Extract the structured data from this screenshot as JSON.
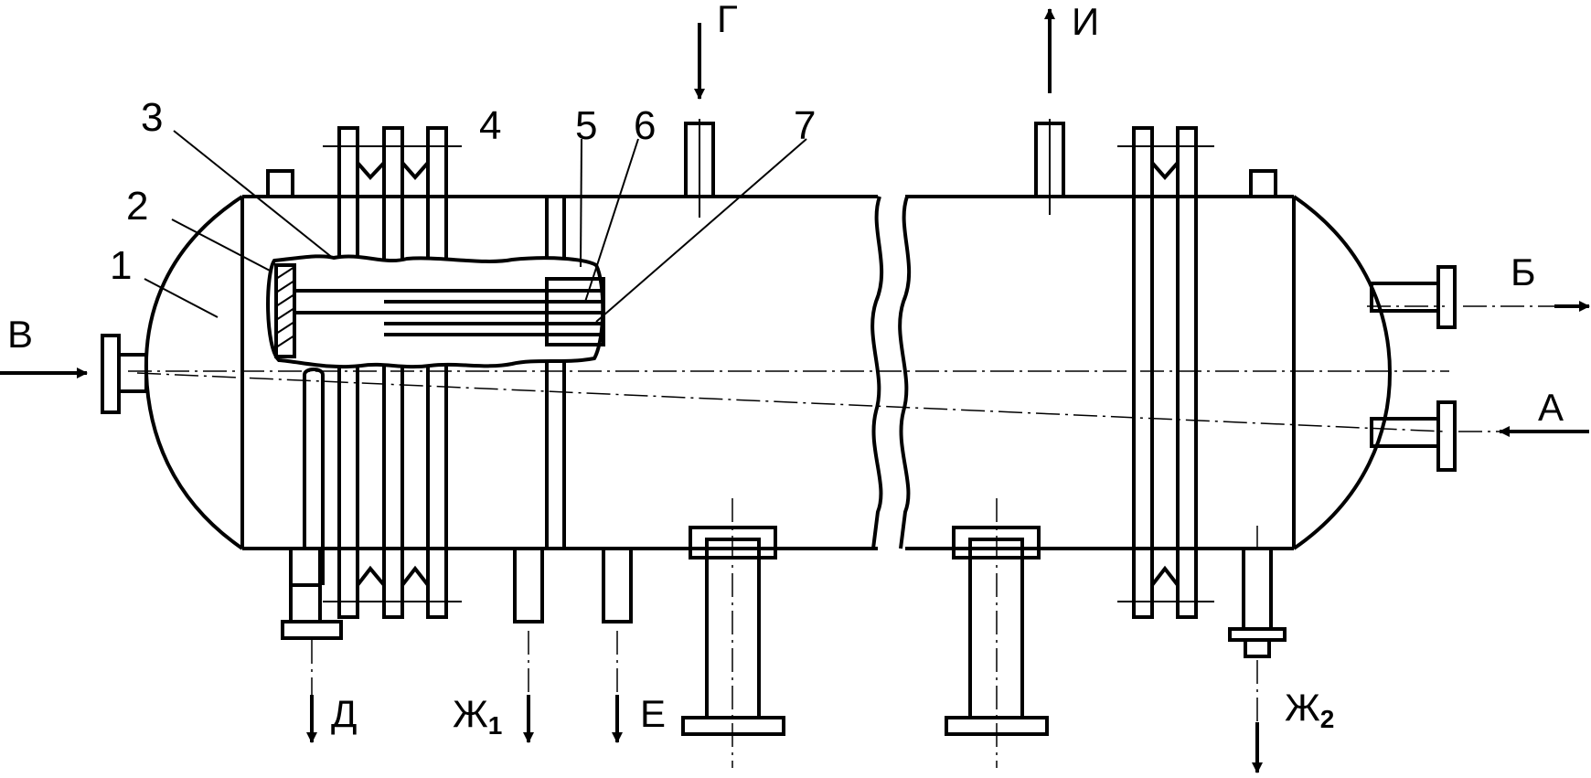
{
  "part_labels": [
    "1",
    "2",
    "3",
    "4",
    "5",
    "6",
    "7"
  ],
  "flows": {
    "A": "А",
    "B": "Б",
    "V": "В",
    "G": "Г",
    "D": "Д",
    "E": "Е",
    "Zh": "Ж",
    "Zh1_sub": "1",
    "Zh2_sub": "2",
    "I": "И"
  }
}
